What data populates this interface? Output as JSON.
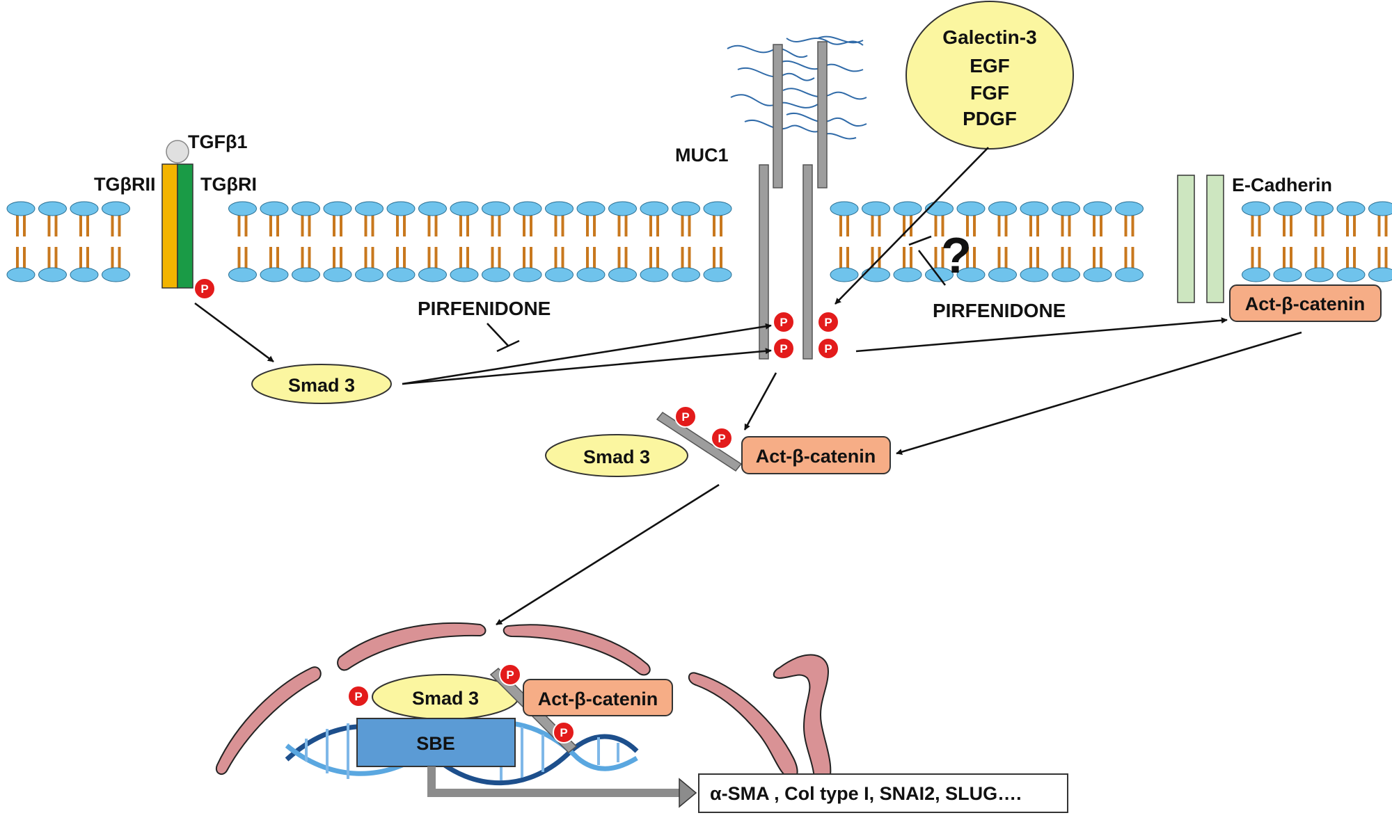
{
  "colors": {
    "lipid_head": "#6fc3ec",
    "lipid_tail": "#c8781e",
    "tgbrii": "#f3b400",
    "tgbri": "#1a9b46",
    "ligand_ellipse": "#fbf6a0",
    "catenin_box": "#f6ad86",
    "cadherin": "#cde6c0",
    "muc1": "#9d9d9d",
    "phospho": "#e31b1b",
    "sbe": "#5b9bd5",
    "er_fill": "#d99295",
    "dna_dark": "#1d4f8c",
    "dna_light": "#5aa7e0"
  },
  "membrane": {
    "receptor_left": "TGβRII",
    "receptor_right": "TGβRI",
    "ligand": "TGFβ1",
    "muc1_label": "MUC1",
    "cadherin_label": "E-Cadherin",
    "question_mark": "?"
  },
  "ligands": [
    "Galectin-3",
    "EGF",
    "FGF",
    "PDGF"
  ],
  "phospho_label": "P",
  "drugs": {
    "left": "PIRFENIDONE",
    "right": "PIRFENIDONE"
  },
  "cytoplasm": {
    "smad_left": "Smad 3",
    "smad_complex": "Smad 3",
    "catenin_membrane": "Act-β-catenin",
    "catenin_complex": "Act-β-catenin"
  },
  "nucleus": {
    "smad": "Smad 3",
    "catenin": "Act-β-catenin",
    "sbe": "SBE",
    "targets": "α-SMA , Col type I, SNAI2, SLUG…."
  }
}
